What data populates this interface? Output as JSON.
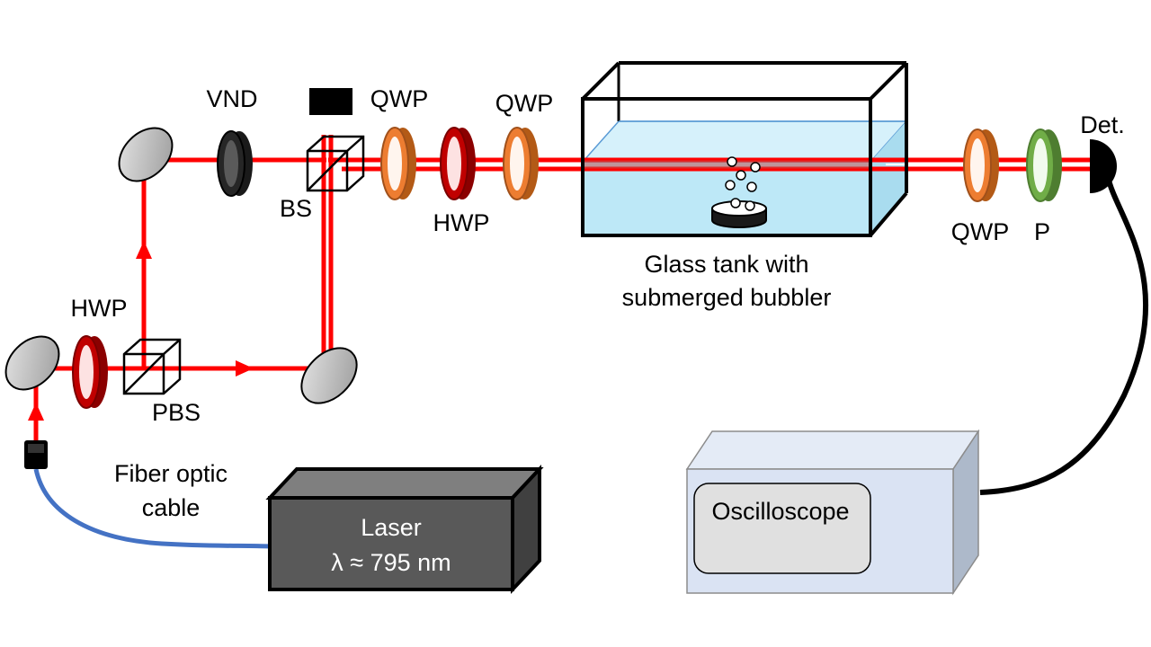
{
  "labels": {
    "vnd": "VND",
    "qwp_1": "QWP",
    "qwp_2": "QWP",
    "bs": "BS",
    "hwp_1": "HWP",
    "hwp_2": "HWP",
    "pbs": "PBS",
    "det": "Det.",
    "qwp_3": "QWP",
    "p": "P",
    "tank_line1": "Glass tank with",
    "tank_line2": "submerged bubbler",
    "fiber_line1": "Fiber optic",
    "fiber_line2": "cable",
    "laser_line1": "Laser",
    "laser_line2": "λ ≈ 795 nm",
    "oscilloscope": "Oscilloscope"
  },
  "colors": {
    "beam": "#ff0000",
    "fiber": "#4472c4",
    "qwp": "#ed7d31",
    "hwp": "#c00000",
    "polarizer": "#70ad47",
    "vnd": "#1a1a1a",
    "mirror": "#bfbfbf",
    "water": "#bde8f7",
    "laser_box": "#595959",
    "scope_box": "#dae3f3"
  }
}
